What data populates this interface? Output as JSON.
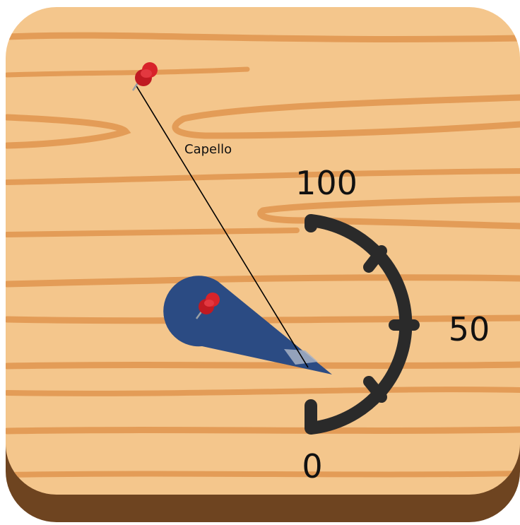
{
  "board": {
    "wood_color": "#f4c68c",
    "grain_color": "#e39c57",
    "edge_color": "#6e4420"
  },
  "gauge": {
    "labels": {
      "max": "100",
      "mid": "50",
      "min": "0"
    },
    "arc_color": "#2a2a2a"
  },
  "pointer": {
    "color": "#2b4b83",
    "tape_color": "#a7b2c6"
  },
  "string_label": "Capello",
  "pins": {
    "color": "#d8232a"
  }
}
